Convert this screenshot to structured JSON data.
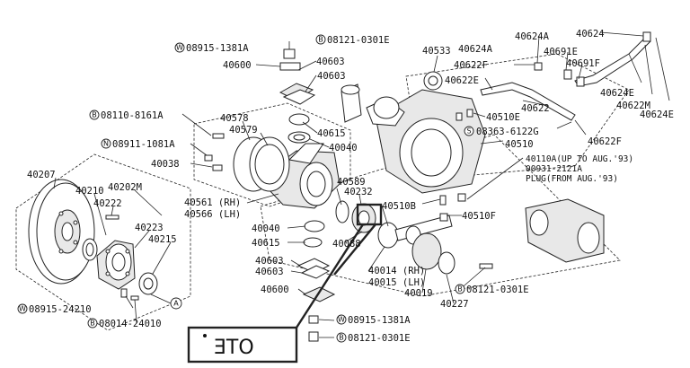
{
  "labels": {
    "l40624": "40624",
    "l40624A": "40624A",
    "l40691E": "40691E",
    "l40691F": "40691F",
    "l40622F_top": "40622F",
    "l40533": "40533",
    "l40624A_left": "40624A",
    "l40622E": "40622E",
    "l40622": "40622",
    "l40624E_1": "40624E",
    "l40622M": "40622M",
    "l40624E_2": "40624E",
    "l40510E": "40510E",
    "l08363": "08363-6122G",
    "l40622F_bot": "40622F",
    "l40510": "40510",
    "l40110A": "40110A(UP TO AUG.'93)",
    "l00931": "00931-2121A",
    "l40603_a": "40603",
    "l40603_b": "40603",
    "l40600_top": "40600",
    "l08915_top": "08915-1381A",
    "l08121_top": "08121-0301E",
    "l08110": "08110-8161A",
    "l40578": "40578",
    "l40579": "40579",
    "l40615_top": "40615",
    "l40040_top": "40040",
    "l08911": "08911-1081A",
    "l40038": "40038",
    "l40207": "40207",
    "l40210": "40210",
    "l40202M": "40202M",
    "l40222": "40222",
    "l40223": "40223",
    "l40215": "40215",
    "l40561": "40561 (RH)",
    "l40566": "40566 (LH)",
    "l40589": "40589",
    "l40232": "40232",
    "l40510B": "40510B",
    "l40510F": "40510F",
    "l40040_mid": "40040",
    "l40615_mid": "40615",
    "l40088": "40088",
    "l40603_c": "40603",
    "l40603_d": "40603",
    "l40600_mid": "40600",
    "l40014": "40014 (RH)",
    "l40015": "40015 (LH)",
    "l40019": "40019",
    "l40227": "40227",
    "l08121_mid": "08121-0301E",
    "l08915_bot": "08915-24210",
    "l08014": "08014-24010",
    "l08915_mid": "08915-1381A",
    "l08121_bot": "08121-0301E"
  },
  "plug_text": "PLUG(FROM AUG.'93)",
  "markers": {
    "W": "W",
    "B": "B",
    "N": "N",
    "S": "S",
    "A": "A"
  },
  "callout": {
    "text": "ƎTO"
  },
  "colors": {
    "ink": "#222222",
    "highlight": "#111111"
  }
}
